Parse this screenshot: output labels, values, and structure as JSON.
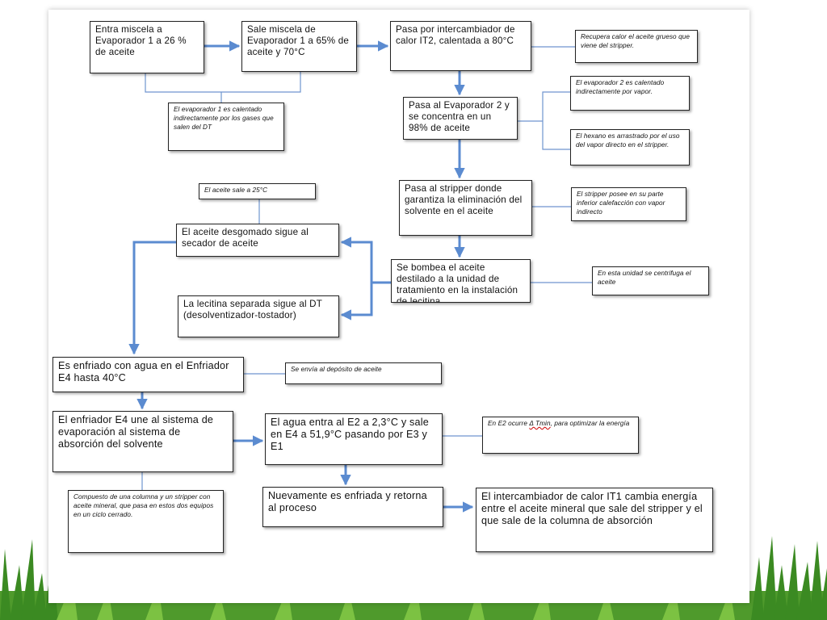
{
  "colors": {
    "arrow": "#5b8bd0",
    "connector": "#6f95cf",
    "box_border": "#222222",
    "grass_dark": "#2f7d1f",
    "grass_light": "#7cc242"
  },
  "boxes": {
    "b1": "Entra miscela a Evaporador 1 a 26 % de aceite",
    "b2": "Sale miscela de Evaporador 1 a 65% de aceite y 70°C",
    "b3": "Pasa por intercambiador de calor IT2, calentada a 80°C",
    "b4": "Pasa al Evaporador 2 y se concentra en un 98% de aceite",
    "b5": "Pasa al stripper donde garantiza la eliminación del solvente en el aceite",
    "b6": "Se bombea el aceite destilado a la unidad de tratamiento en la instalación de lecitina",
    "b7": "El aceite desgomado sigue al secador de aceite",
    "b8": "La lecitina separada sigue al DT (desolventizador-tostador)",
    "b9": "Es enfriado con agua en el Enfriador E4 hasta 40°C",
    "b10": "El enfriador E4 une al sistema de evaporación al sistema de absorción del solvente",
    "b11": "El agua entra al E2 a 2,3°C y sale en E4 a 51,9°C pasando por E3 y E1",
    "b12": "Nuevamente es enfriada y retorna al proceso",
    "b13": "El intercambiador de calor IT1 cambia energía entre el aceite mineral que sale del stripper y el que sale de la columna de absorción"
  },
  "notes": {
    "n1": "Recupera calor el aceite grueso que viene del stripper.",
    "n2": "El evaporador 1 es calentado indirectamente por los gases que salen del DT",
    "n3": "El evaporador 2 es calentado indirectamente por vapor.",
    "n4": "El hexano es arrastrado por el uso del vapor directo en el stripper.",
    "n5": "El aceite sale a 25°C",
    "n6": "El stripper posee en su parte inferior calefacción con vapor indirecto",
    "n7": "En esta unidad se centrifuga el aceite",
    "n8": "Se envía al depósito de aceite",
    "n9_pre": "En  E2 ocurre ",
    "n9_mark": "Δ Tmin",
    "n9_post": ", para optimizar la energía",
    "n10": "Compuesto de una columna y un stripper con aceite mineral, que pasa en estos dos equipos en un ciclo cerrado."
  }
}
